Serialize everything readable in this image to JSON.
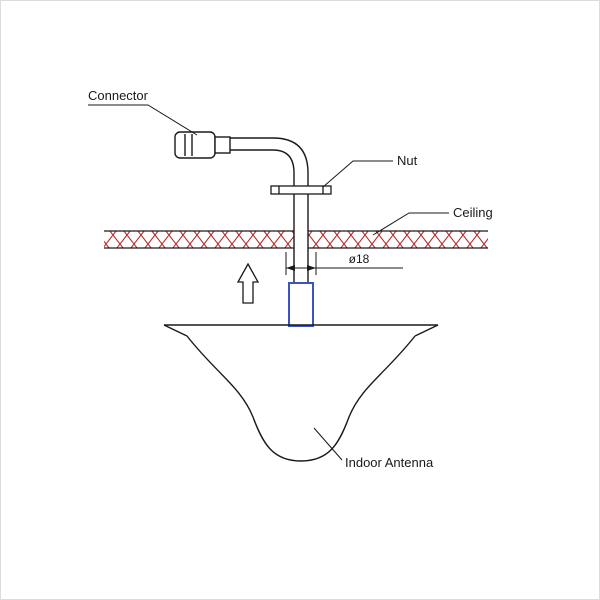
{
  "labels": {
    "connector": "Connector",
    "nut": "Nut",
    "ceiling": "Ceiling",
    "diameter": "ø18",
    "antenna": "Indoor Antenna"
  },
  "colors": {
    "line": "#1a1a1a",
    "hatch": "#b92b2b",
    "stem": "#3b55c0",
    "background": "#ffffff"
  }
}
